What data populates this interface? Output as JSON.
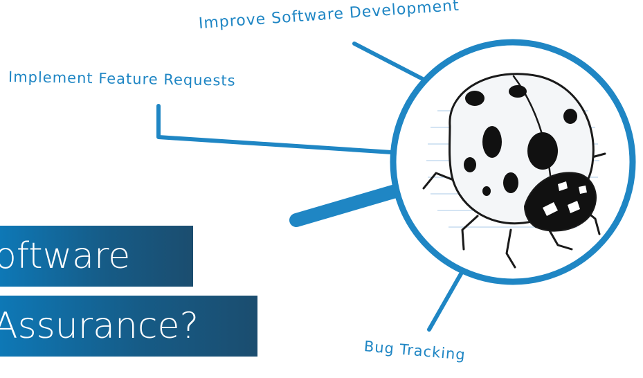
{
  "labels": {
    "improve": "Improve Software Development",
    "implement": "Implement Feature Requests",
    "bug": "Bug Tracking"
  },
  "title": {
    "line1": "oftware",
    "line2": "Assurance?"
  },
  "colors": {
    "accent": "#1f86c4",
    "title_bar_start": "#0e78b6",
    "title_bar_end": "#1b4d6f"
  },
  "icons": {
    "magnifier": "magnifying-glass-icon",
    "bug": "ladybug-icon"
  }
}
